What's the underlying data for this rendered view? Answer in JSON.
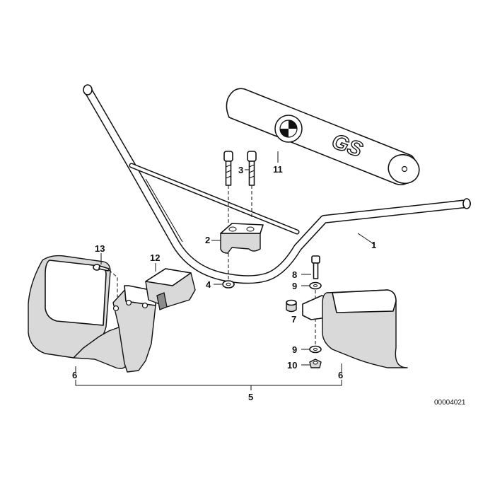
{
  "diagram": {
    "callouts": {
      "c1": "1",
      "c2": "2",
      "c3": "3",
      "c4": "4",
      "c5": "5",
      "c6_left": "6",
      "c6_right": "6",
      "c7": "7",
      "c8": "8",
      "c9_top": "9",
      "c9_bottom": "9",
      "c10": "10",
      "c11": "11",
      "c12": "12",
      "c13": "13"
    },
    "pad_logo": "GS",
    "document_number": "00004021"
  }
}
